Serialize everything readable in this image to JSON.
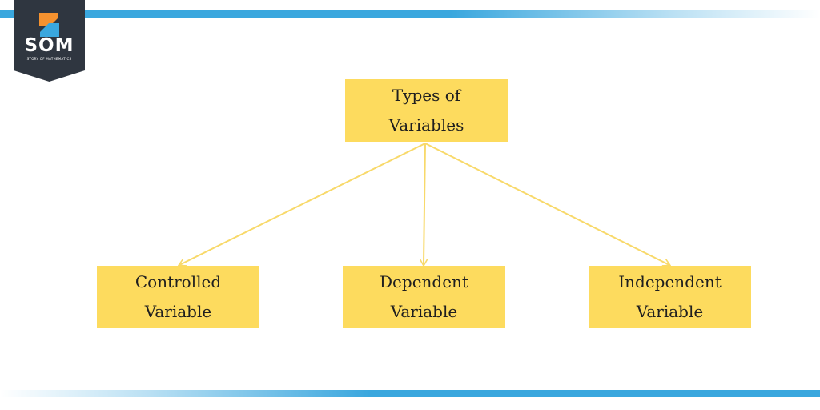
{
  "logo": {
    "brand": "SOM",
    "tagline": "STORY OF MATHEMATICS",
    "badge_color": "#2f3640",
    "mark_colors": [
      "#f5922f",
      "#3aa7de"
    ]
  },
  "colors": {
    "node_fill": "#fddb5e",
    "connector": "#f8d96a",
    "bar": "#3aa7de"
  },
  "diagram": {
    "root": {
      "line1": "Types of",
      "line2": "Variables"
    },
    "children": [
      {
        "line1": "Controlled",
        "line2": "Variable"
      },
      {
        "line1": "Dependent",
        "line2": "Variable"
      },
      {
        "line1": "Independent",
        "line2": "Variable"
      }
    ]
  }
}
